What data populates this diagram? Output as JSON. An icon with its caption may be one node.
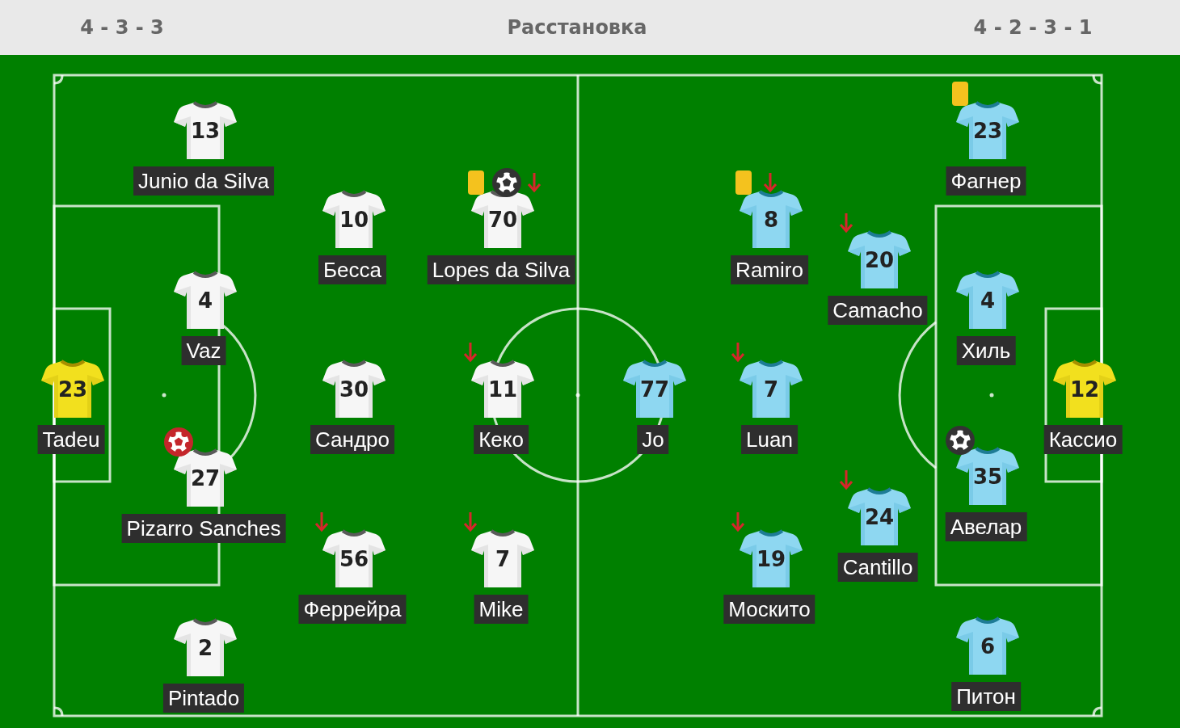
{
  "diagram": {
    "title": "Расстановка",
    "nodes": [
      {
        "text": [
          "23",
          "Tadeu"
        ]
      },
      {
        "text": [
          "13",
          "Junio da Silva"
        ]
      },
      {
        "text": [
          "4",
          "Vaz"
        ]
      },
      {
        "text": [
          "27",
          "Pizarro Sanches"
        ]
      },
      {
        "text": [
          "2",
          "Pintado"
        ]
      },
      {
        "text": [
          "10",
          "Бесса"
        ]
      },
      {
        "text": [
          "30",
          "Сандро"
        ]
      },
      {
        "text": [
          "56",
          "Феррейра"
        ]
      },
      {
        "text": [
          "70",
          "Lopes da Silva"
        ]
      },
      {
        "text": [
          "11",
          "Кеко"
        ]
      },
      {
        "text": [
          "7",
          "Mike"
        ]
      },
      {
        "text": [
          "77",
          "Jo"
        ]
      },
      {
        "text": [
          "8",
          "Ramiro"
        ]
      },
      {
        "text": [
          "7",
          "Luan"
        ]
      },
      {
        "text": [
          "19",
          "Москито"
        ]
      },
      {
        "text": [
          "20",
          "Camacho"
        ]
      },
      {
        "text": [
          "24",
          "Cantillo"
        ]
      },
      {
        "text": [
          "23",
          "Фагнер"
        ]
      },
      {
        "text": [
          "4",
          "Хиль"
        ]
      },
      {
        "text": [
          "35",
          "Авелар"
        ]
      },
      {
        "text": [
          "6",
          "Питон"
        ]
      },
      {
        "text": [
          "12",
          "Кассио"
        ]
      }
    ],
    "labels": [
      "4 - 3 - 3",
      "4 - 2 - 3 - 1"
    ]
  }
}
